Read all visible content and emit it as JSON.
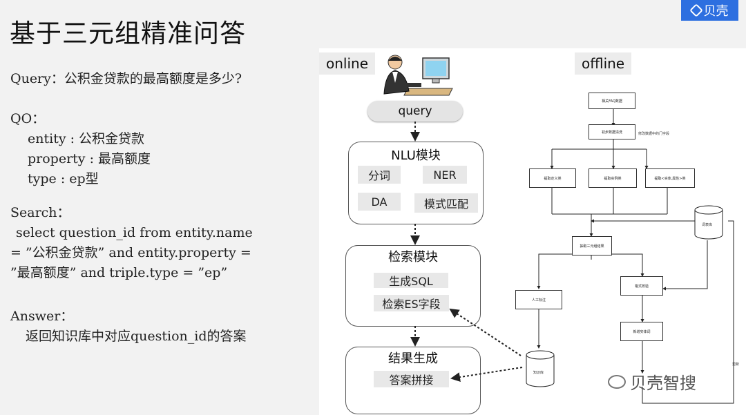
{
  "title": "基于三元组精准问答",
  "logo": {
    "text": "贝壳"
  },
  "left": {
    "query_line": "Query：公积金贷款的最高额度是多少?",
    "qo_header": "QO：",
    "qo_entity": "entity : 公积金贷款",
    "qo_property": "property : 最高额度",
    "qo_type": "type : ep型",
    "search_header": "Search：",
    "search_line1": "select question_id from entity.name",
    "search_line2": "= ”公积金贷款” and entity.property =",
    "search_line3": "”最高额度” and triple.type = ”ep”",
    "answer_header": "Answer：",
    "answer_line": "返回知识库中对应question_id的答案"
  },
  "diagram": {
    "online_label": "online",
    "offline_label": "offline",
    "query_pill": "query",
    "nlu": {
      "title": "NLU模块",
      "items": [
        "分词",
        "NER",
        "DA",
        "模式匹配"
      ]
    },
    "search": {
      "title": "检索模块",
      "items": [
        "生成SQL",
        "检索ES字段"
      ]
    },
    "result": {
      "title": "结果生成",
      "items": [
        "答案拼接"
      ]
    },
    "offline_nodes": {
      "n1": "相关FAQ数据",
      "n2": "初步数据清洗",
      "n2_note": "修改数据中的门字段",
      "n3a": "提取定义类",
      "n3b": "提取实例类",
      "n3c": "提取<实体,属性>类",
      "n4": "抽取三元组结果",
      "n5a": "人工标注",
      "n5b": "格式校验",
      "n6": "新增实体词",
      "db_right": "词表库",
      "db_left": "知识库",
      "update_note": "更新"
    },
    "watermark": "贝壳智搜"
  }
}
